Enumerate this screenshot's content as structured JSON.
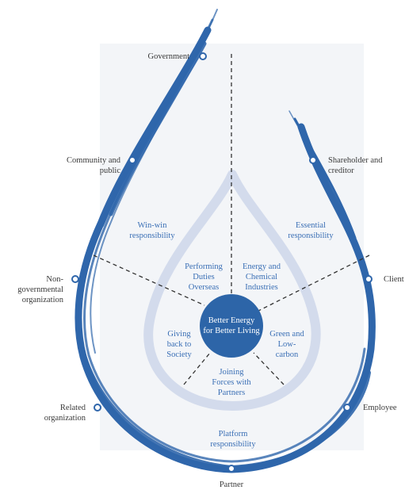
{
  "core": {
    "line1": "Better Energy",
    "line2": "for Better Living"
  },
  "inner_sections": [
    {
      "id": "overseas",
      "text": "Performing\nDuties\nOverseas"
    },
    {
      "id": "energy",
      "text": "Energy and\nChemical\nIndustries"
    },
    {
      "id": "society",
      "text": "Giving\nback to\nSociety"
    },
    {
      "id": "green",
      "text": "Green and\nLow-\ncarbon"
    },
    {
      "id": "partners",
      "text": "Joining\nForces with\nPartners"
    }
  ],
  "responsibilities": {
    "winwin": "Win-win\nresponsibility",
    "essential": "Essential\nresponsibility",
    "platform": "Platform\nresponsibility"
  },
  "stakeholders": {
    "government": "Government",
    "community": "Community and\npublic",
    "ngo": "Non-\ngovernmental\norganization",
    "related": "Related\norganization",
    "partner": "Partner",
    "shareholder": "Shareholder and\ncreditor",
    "client": "Client",
    "employee": "Employee"
  },
  "colors": {
    "brush": "#2f66ab",
    "core": "#2d65a8",
    "inner_drop": "#d3dbec",
    "panel": "#f3f5f8",
    "section_text": "#3a6fb5",
    "dashed": "#333333"
  }
}
